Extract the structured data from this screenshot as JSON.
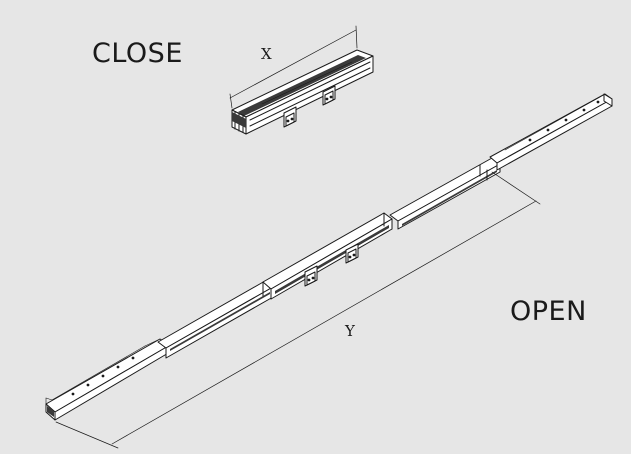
{
  "labels": {
    "close": "CLOSE",
    "open": "OPEN",
    "dim_x": "X",
    "dim_y": "Y"
  },
  "colors": {
    "background": "#e6e6e6",
    "line": "#1a1a1a",
    "rail_fill": "#ffffff",
    "rail_shadow": "#3a3a3a"
  }
}
